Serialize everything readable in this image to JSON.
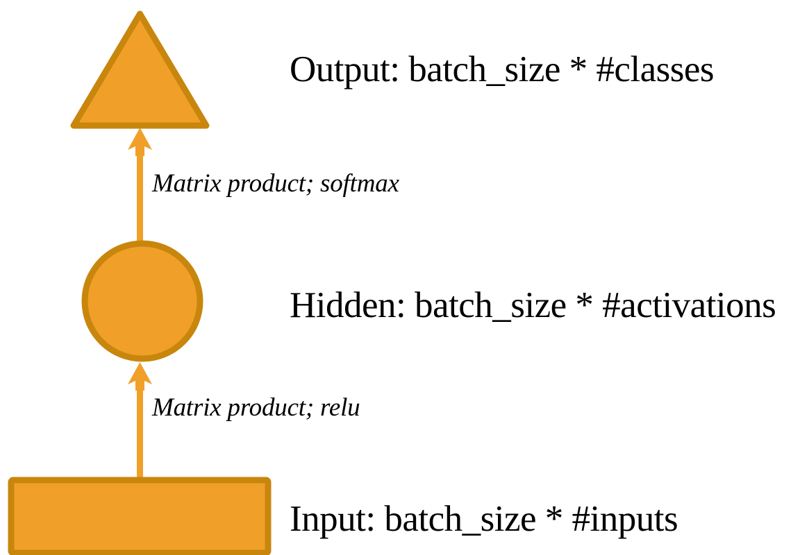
{
  "diagram": {
    "title": "Neural network layer diagram",
    "background_color": "#ffffff",
    "shape_fill_color": "#F0A028",
    "shape_stroke_color": "#C8860D",
    "arrow_color": "#F0A028",
    "text_color": "#000000"
  },
  "nodes": [
    {
      "id": "output",
      "shape": "triangle",
      "label": "Output: batch_size * #classes",
      "fill": "#F0A028",
      "stroke": "#C8860D"
    },
    {
      "id": "hidden",
      "shape": "circle",
      "label": "Hidden: batch_size * #activations",
      "fill": "#F0A028",
      "stroke": "#C8860D"
    },
    {
      "id": "input",
      "shape": "rectangle",
      "label": "Input: batch_size * #inputs",
      "fill": "#F0A028",
      "stroke": "#C8860D"
    }
  ],
  "edges": [
    {
      "id": "hidden-to-output",
      "from": "hidden",
      "to": "output",
      "label": "Matrix product; softmax",
      "direction": "up",
      "color": "#F0A028"
    },
    {
      "id": "input-to-hidden",
      "from": "input",
      "to": "hidden",
      "label": "Matrix product; relu",
      "direction": "up",
      "color": "#F0A028"
    }
  ]
}
